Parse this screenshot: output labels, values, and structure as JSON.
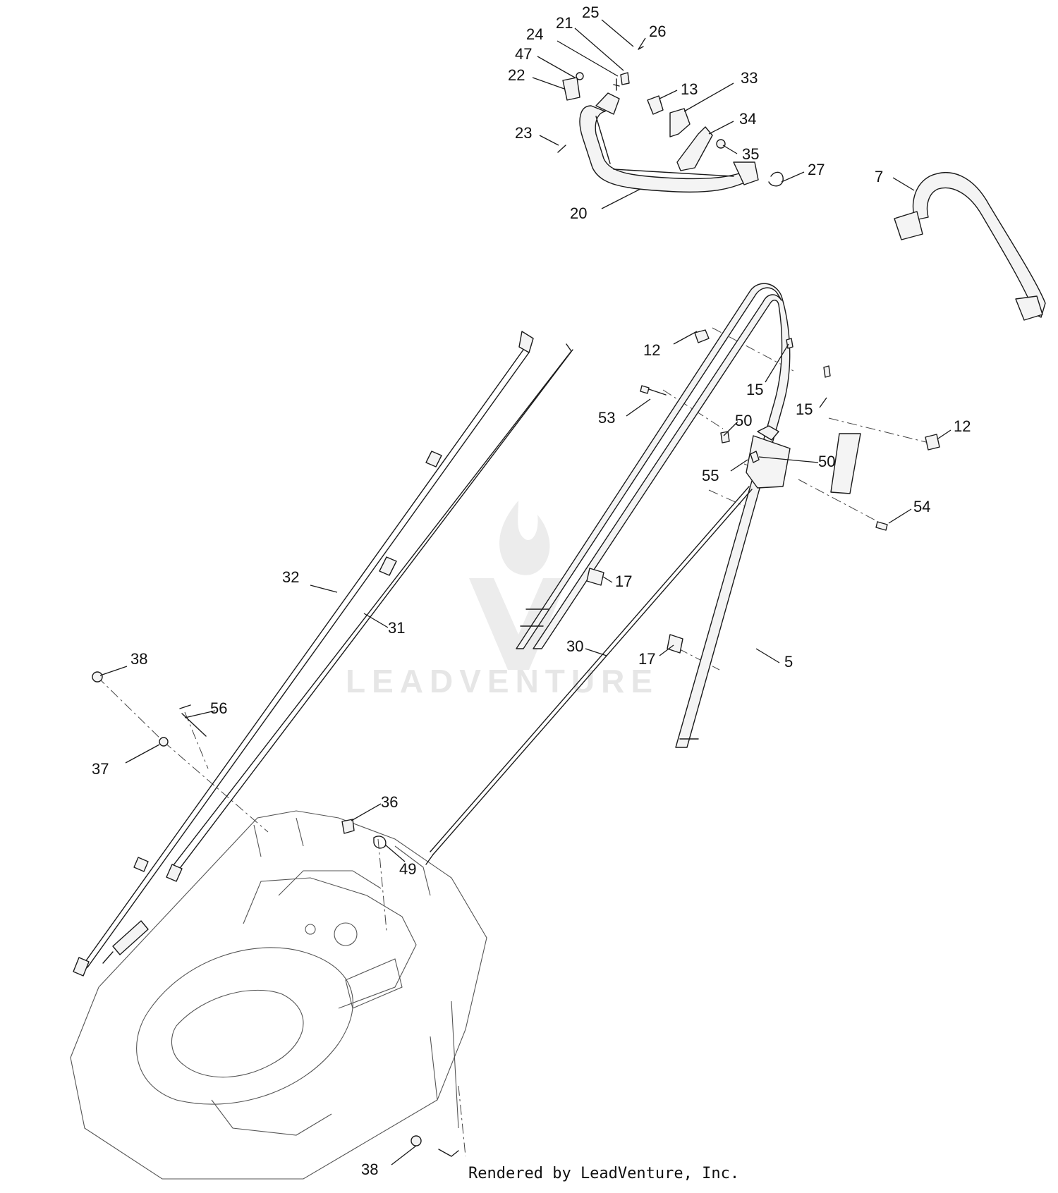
{
  "watermark": {
    "text": "LEADVENTURE"
  },
  "footer": {
    "text": "Rendered by LeadVenture, Inc."
  },
  "callouts": [
    {
      "id": "c25",
      "label": "25"
    },
    {
      "id": "c21",
      "label": "21"
    },
    {
      "id": "c26",
      "label": "26"
    },
    {
      "id": "c24",
      "label": "24"
    },
    {
      "id": "c47",
      "label": "47"
    },
    {
      "id": "c22",
      "label": "22"
    },
    {
      "id": "c13",
      "label": "13"
    },
    {
      "id": "c33",
      "label": "33"
    },
    {
      "id": "c34",
      "label": "34"
    },
    {
      "id": "c23",
      "label": "23"
    },
    {
      "id": "c35",
      "label": "35"
    },
    {
      "id": "c27",
      "label": "27"
    },
    {
      "id": "c20",
      "label": "20"
    },
    {
      "id": "c7",
      "label": "7"
    },
    {
      "id": "c12a",
      "label": "12"
    },
    {
      "id": "c15a",
      "label": "15"
    },
    {
      "id": "c15b",
      "label": "15"
    },
    {
      "id": "c53",
      "label": "53"
    },
    {
      "id": "c50a",
      "label": "50"
    },
    {
      "id": "c12b",
      "label": "12"
    },
    {
      "id": "c55",
      "label": "55"
    },
    {
      "id": "c50b",
      "label": "50"
    },
    {
      "id": "c54",
      "label": "54"
    },
    {
      "id": "c32",
      "label": "32"
    },
    {
      "id": "c17a",
      "label": "17"
    },
    {
      "id": "c31",
      "label": "31"
    },
    {
      "id": "c30",
      "label": "30"
    },
    {
      "id": "c17b",
      "label": "17"
    },
    {
      "id": "c5",
      "label": "5"
    },
    {
      "id": "c38a",
      "label": "38"
    },
    {
      "id": "c56",
      "label": "56"
    },
    {
      "id": "c37",
      "label": "37"
    },
    {
      "id": "c36",
      "label": "36"
    },
    {
      "id": "c49",
      "label": "49"
    },
    {
      "id": "c38b",
      "label": "38"
    }
  ]
}
